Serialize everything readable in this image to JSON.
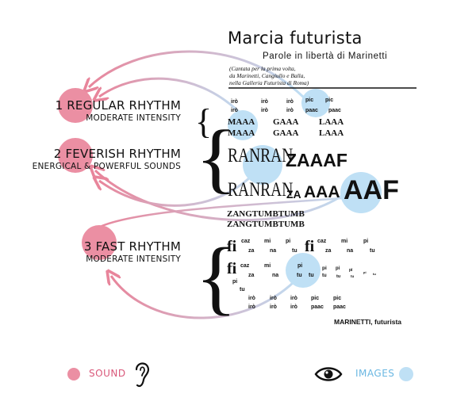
{
  "title": "Marcia futurista",
  "subtitle": "Parole in libertà di Marinetti",
  "note_lines": [
    "(Cantata per la prima volta,",
    "da Marinetti, Cangiullo e Balla,",
    "nella Galleria Futurista di Roma)"
  ],
  "rhythms": [
    {
      "name": "1 REGULAR RHYTHM",
      "desc": "MODERATE INTENSITY"
    },
    {
      "name": "2 FEVERISH RHYTHM",
      "desc": "ENERGICAL & POWERFUL SOUNDS"
    },
    {
      "name": "3 FAST RHYTHM",
      "desc": "MODERATE INTENSITY"
    }
  ],
  "poem": {
    "ipa_row1": [
      "irò",
      "irò",
      "irò",
      "pic",
      "pic"
    ],
    "ipa_row2": [
      "irò",
      "irò",
      "irò",
      "paac",
      "paac"
    ],
    "maaa": [
      "MAAA",
      "GAAA",
      "LAAA"
    ],
    "ranran": "RANRAN",
    "zaaaf": "ZAAAF",
    "za": "ZA",
    "aaa": "AAA",
    "aaf": "AAF",
    "zang": "ZANGTUMBTUMB",
    "fi": "fi",
    "caz": "caz",
    "mi": "mi",
    "pi": "pi",
    "za_small": "za",
    "na": "na",
    "tu": "tu",
    "signature": "MARINETTI, futurista"
  },
  "legend": {
    "sound": "SOUND",
    "images": "IMAGES"
  },
  "colors": {
    "sound": "#e8859b",
    "images": "#bfe0f5",
    "sound_text": "#d9587a",
    "images_text": "#6ab7e2"
  }
}
